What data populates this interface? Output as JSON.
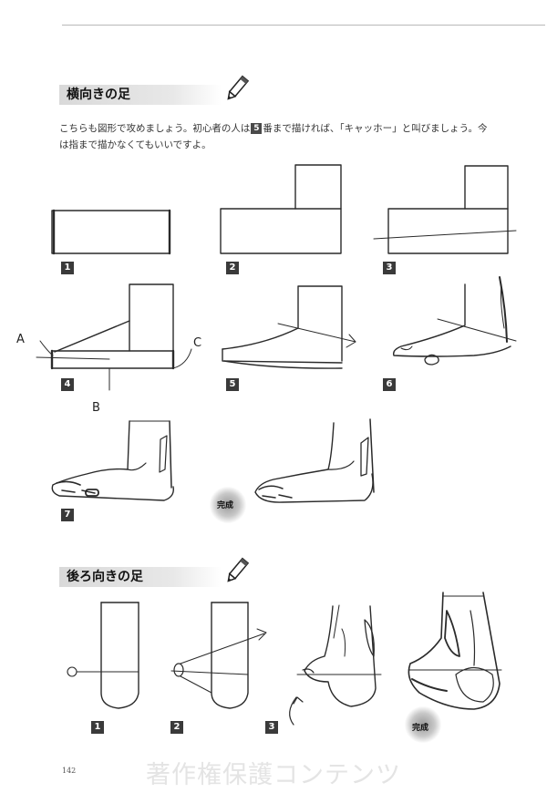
{
  "section1": {
    "title": "横向きの足"
  },
  "intro": {
    "line1_before": "こちらも図形で攻めましょう。初心者の人は",
    "step_number": "5",
    "line1_after": "番まで描ければ、「キャッホー」と叫びましょう。今",
    "line2": "は指まで描かなくてもいいですよ。"
  },
  "section1_steps": [
    "1",
    "2",
    "3",
    "4",
    "5",
    "6",
    "7"
  ],
  "section1_done": "完成",
  "annotations": {
    "a": "A",
    "b": "B",
    "c": "C"
  },
  "section2": {
    "title": "後ろ向きの足"
  },
  "section2_steps": [
    "1",
    "2",
    "3"
  ],
  "section2_done": "完成",
  "page_number": "142",
  "watermark": "著作権保護コンテンツ"
}
